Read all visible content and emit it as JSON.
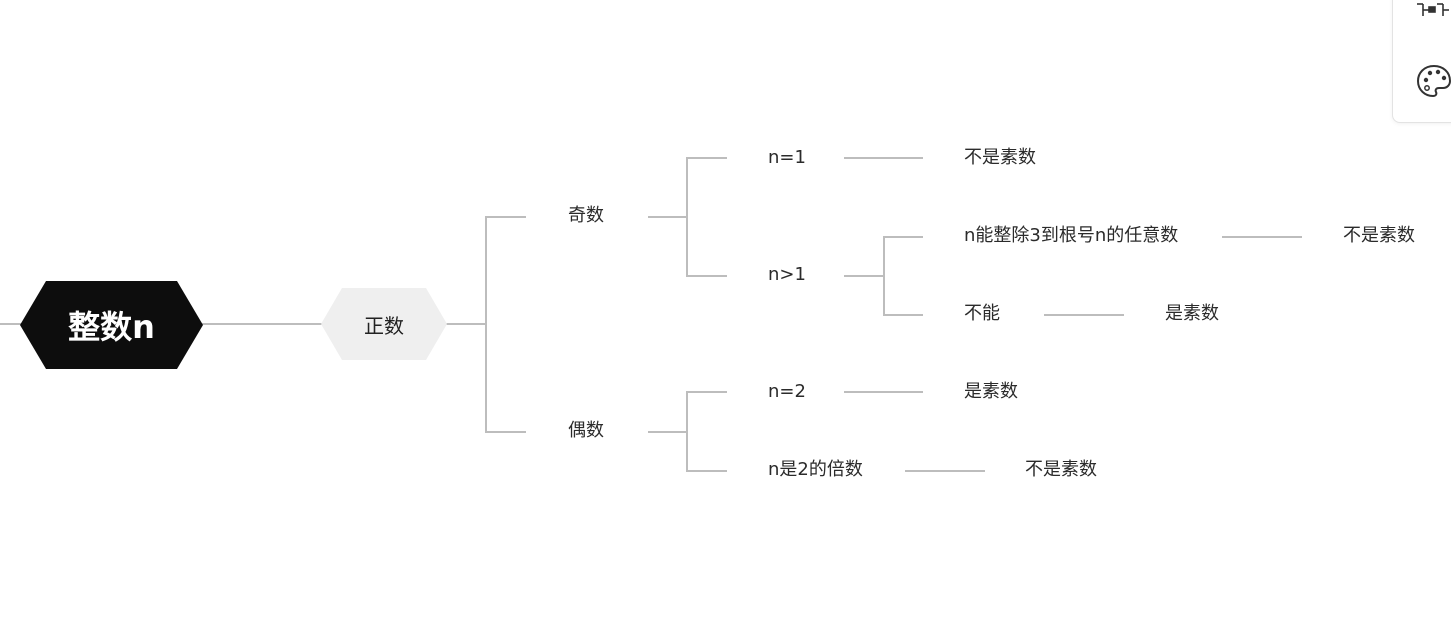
{
  "mindmap": {
    "root": {
      "label": "整数n"
    },
    "positive": {
      "label": "正数"
    },
    "odd": {
      "label": "奇数"
    },
    "even": {
      "label": "偶数"
    },
    "odd_n1": {
      "label": "n=1"
    },
    "odd_n1_result": {
      "label": "不是素数"
    },
    "odd_ngt1": {
      "label": "n>1"
    },
    "divisible": {
      "label": "n能整除3到根号n的任意数"
    },
    "divisible_result": {
      "label": "不是素数"
    },
    "not_divisible": {
      "label": "不能"
    },
    "not_divisible_result": {
      "label": "是素数"
    },
    "even_n2": {
      "label": "n=2"
    },
    "even_n2_result": {
      "label": "是素数"
    },
    "even_multiple": {
      "label": "n是2的倍数"
    },
    "even_multiple_result": {
      "label": "不是素数"
    }
  },
  "side_panel": {
    "icons": [
      "structure-icon",
      "palette-icon"
    ]
  },
  "colors": {
    "root_fill": "#0d0d0d",
    "positive_fill": "#efefef",
    "line": "#bdbdbd"
  }
}
